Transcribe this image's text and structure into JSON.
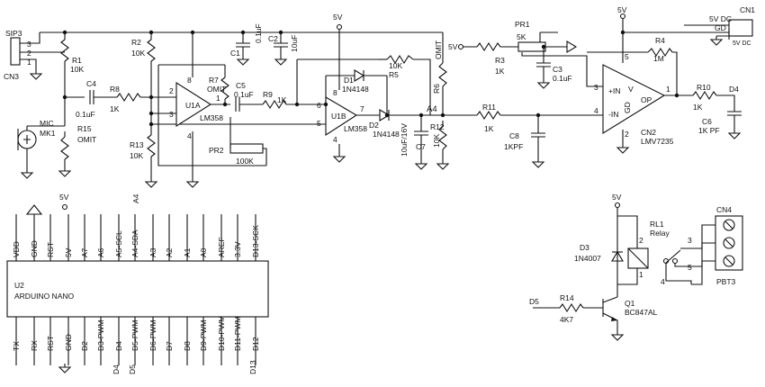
{
  "labels": {
    "sip3": "SIP3",
    "cn3": "CN3",
    "sip_p3": "3",
    "sip_p2": "2",
    "sip_p1": "1",
    "r1": "R1",
    "r1v": "10K",
    "r2": "R2",
    "r2v": "10K",
    "c4": "C4",
    "c4v": "0.1uF",
    "r8": "R8",
    "r8v": "1K",
    "mic": "MIC",
    "mk1": "MK1",
    "r15": "R15",
    "r15v": "OMIT",
    "r13": "R13",
    "r13v": "10K",
    "u1a": "U1A",
    "u1a_part": "LM358",
    "u1a_p2": "2",
    "u1a_p3": "3",
    "u1a_p1": "1",
    "u1a_p8": "8",
    "u1a_p4": "4",
    "c1": "C1",
    "c1v": "0.1uF",
    "c2": "C2",
    "c2v": "10uF",
    "r7": "R7",
    "r7v": "OMIT",
    "c5": "C5",
    "c5v": "0.1uF",
    "r9": "R9",
    "r9v": "1K",
    "pr2": "PR2",
    "pr2v": "100K",
    "vcc1": "5V",
    "u1b": "U1B",
    "u1b_part": "LM358",
    "u1b_p6": "6",
    "u1b_p5": "5",
    "u1b_p7": "7",
    "u1b_p8": "8",
    "u1b_p4": "4",
    "d1": "D1",
    "d1v": "1N4148",
    "r5": "R5",
    "r5v": "10K",
    "d2": "D2",
    "d2v": "1N4148",
    "r6": "R6",
    "r6v": "OMIT",
    "a4": "A4",
    "r12": "R12",
    "r12v": "10K",
    "c7": "C7",
    "c7v": "10uF/16V",
    "r11": "R11",
    "r11v": "1K",
    "c8": "C8",
    "c8v": "1KPF",
    "pr1": "PR1",
    "pr1v": "5K",
    "vcc_pr": "5V",
    "r3": "R3",
    "r3v": "1K",
    "c3": "C3",
    "c3v": "0.1uF",
    "vcc2": "5V",
    "r4": "R4",
    "r4v": "1M",
    "cn2": "CN2",
    "cn2_part": "LMV7235",
    "cn2_pin": "+IN",
    "cn2_nin": "-IN",
    "cn2_v": "V",
    "cn2_gd": "GD",
    "cn2_op": "OP",
    "cn2_p3": "3",
    "cn2_p4": "4",
    "cn2_p5": "5",
    "cn2_p2": "2",
    "cn2_p1": "1",
    "r10": "R10",
    "r10v": "1K",
    "d4": "D4",
    "c6": "C6",
    "c6v": "1K PF",
    "cn1": "CN1",
    "cn1_5v": "5V DC",
    "cn1_gd": "GD",
    "cn1_sub": "5V DC",
    "u2": "U2",
    "u2_name": "ARDUINO NANO",
    "vcc_u2": "5V",
    "a4_net": "A4",
    "top_pins": [
      "VDD",
      "GND",
      "RST",
      "5V",
      "A7",
      "A6",
      "A5-SCL",
      "A4-SDA",
      "A3",
      "A2",
      "A1",
      "A0",
      "AREF",
      "3.3V",
      "D13-SCK"
    ],
    "bot_pins": [
      "TX",
      "RX",
      "RST",
      "GND",
      "D2",
      "D3-PWM",
      "D4",
      "D5-PWM",
      "D6-PWM",
      "D7",
      "D8",
      "D9-PWM",
      "D10-PWM",
      "D11-PWM",
      "D12"
    ],
    "d4_net": "D4",
    "d5_net": "D5",
    "d13_net": "D13",
    "vcc_rl": "5V",
    "rl1": "RL1",
    "rl1_type": "Relay",
    "d3": "D3",
    "d3v": "1N4007",
    "rl_p1": "1",
    "rl_p2": "2",
    "rl_p3": "3",
    "rl_p4": "4",
    "rl_p5": "5",
    "cn4": "CN4",
    "pbt3": "PBT3",
    "d5_in": "D5",
    "r14": "R14",
    "r14v": "4K7",
    "q1": "Q1",
    "q1v": "BC847AL"
  }
}
